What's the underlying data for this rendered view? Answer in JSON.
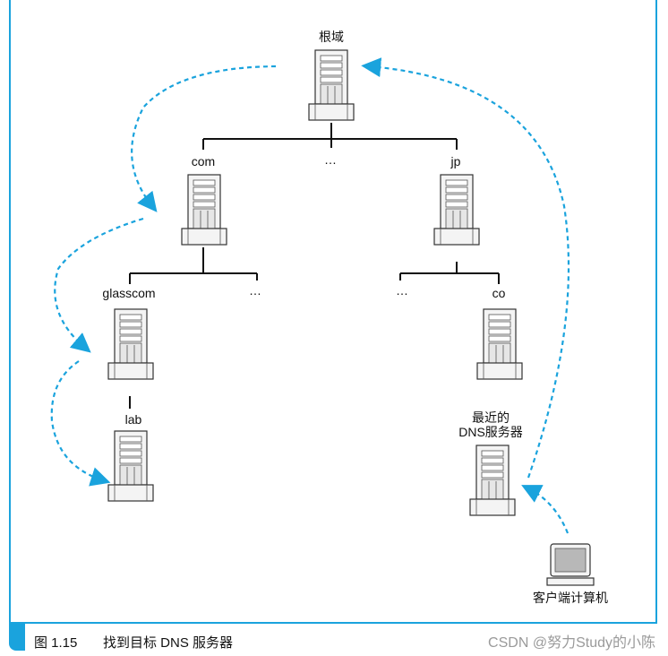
{
  "nodes": {
    "root": "根域",
    "com": "com",
    "jp": "jp",
    "glasscom": "glasscom",
    "co": "co",
    "lab": "lab",
    "nearest_dns_line1": "最近的",
    "nearest_dns_line2": "DNS服务器",
    "client": "客户端计算机",
    "ellipsis": "…"
  },
  "caption": {
    "figure": "图 1.15",
    "title": "找到目标 DNS 服务器"
  },
  "watermark": "CSDN @努力Study的小陈",
  "colors": {
    "accent": "#1aa3dd",
    "arrow": "#1aa3dd",
    "line": "#111111",
    "server_fill": "#f2f2f2",
    "server_stroke": "#333333"
  }
}
